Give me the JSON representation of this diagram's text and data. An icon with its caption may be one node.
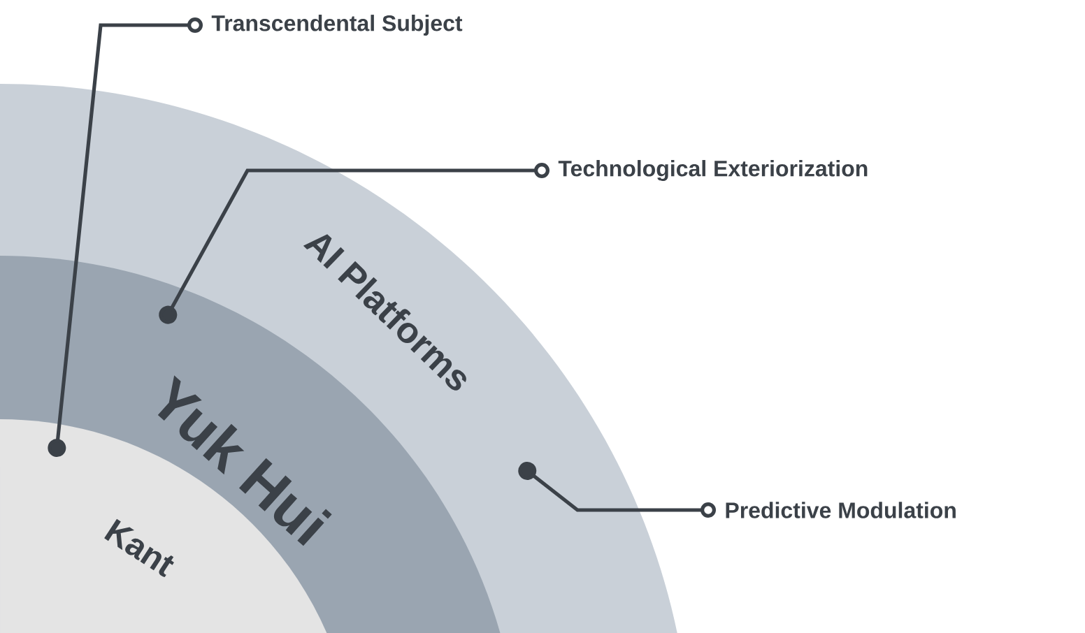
{
  "diagram": {
    "nodes": [
      {
        "text": [
          "Transcendental Subject"
        ]
      },
      {
        "text": [
          "Technological Exteriorization"
        ]
      },
      {
        "text": [
          "AI Platforms"
        ]
      },
      {
        "text": [
          "Yuk Hui"
        ]
      },
      {
        "text": [
          "Kant"
        ]
      },
      {
        "text": [
          "Predictive Modulation"
        ]
      }
    ],
    "edges": [
      {
        "from": 0,
        "to": 4,
        "arrow": "other"
      },
      {
        "from": 1,
        "to": 3,
        "arrow": "other"
      },
      {
        "from": 5,
        "to": 2,
        "arrow": "other"
      }
    ]
  }
}
